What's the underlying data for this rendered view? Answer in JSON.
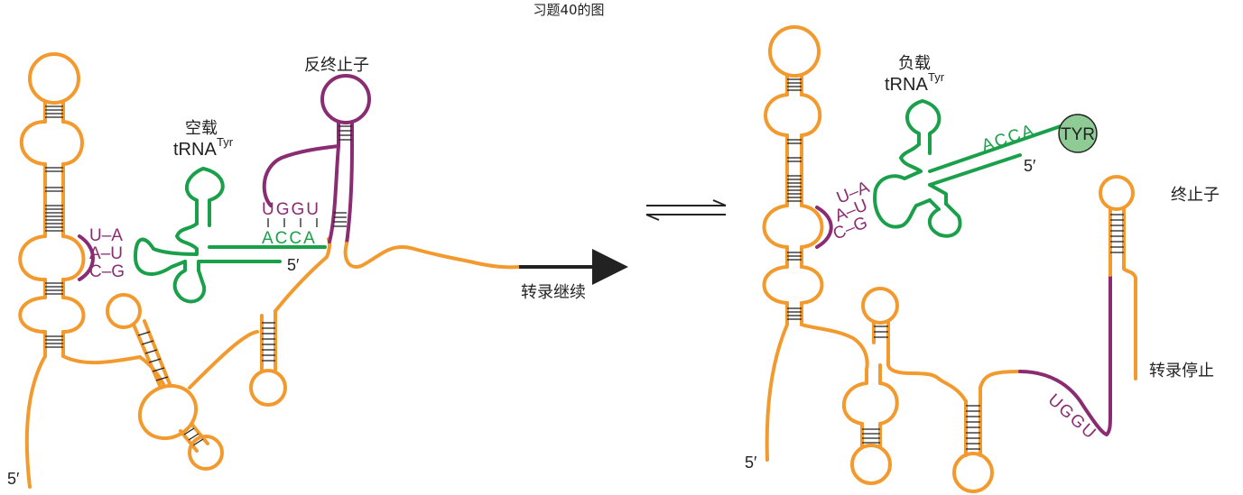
{
  "title": "习题40的图",
  "colors": {
    "rna": "#F39A2E",
    "anticodon": "#8A2C72",
    "trna": "#1AA04A",
    "tyr_fill": "#8FCB95",
    "text": "#222222"
  },
  "left": {
    "anti_terminator": "反终止子",
    "empty_trna_line1": "空载",
    "empty_trna_line2": "tRNA",
    "empty_trna_sup": "Tyr",
    "pair_top": "U–A",
    "pair_mid": "A–U",
    "pair_bot": "C–G",
    "uggu": "UGGU",
    "acca": "ACCA",
    "trna_5prime": "5′",
    "mrna_5prime": "5′",
    "continue_label": "转录继续"
  },
  "right": {
    "charged_trna_line1": "负载",
    "charged_trna_line2": "tRNA",
    "charged_trna_sup": "Tyr",
    "acca": "ACCA",
    "tyr": "TYR",
    "trna_5prime": "5′",
    "pair_top": "U–A",
    "pair_mid": "A–U",
    "pair_bot": "C–G",
    "terminator": "终止子",
    "stop_label": "转录停止",
    "uggu": "UGGU",
    "mrna_5prime": "5′"
  }
}
